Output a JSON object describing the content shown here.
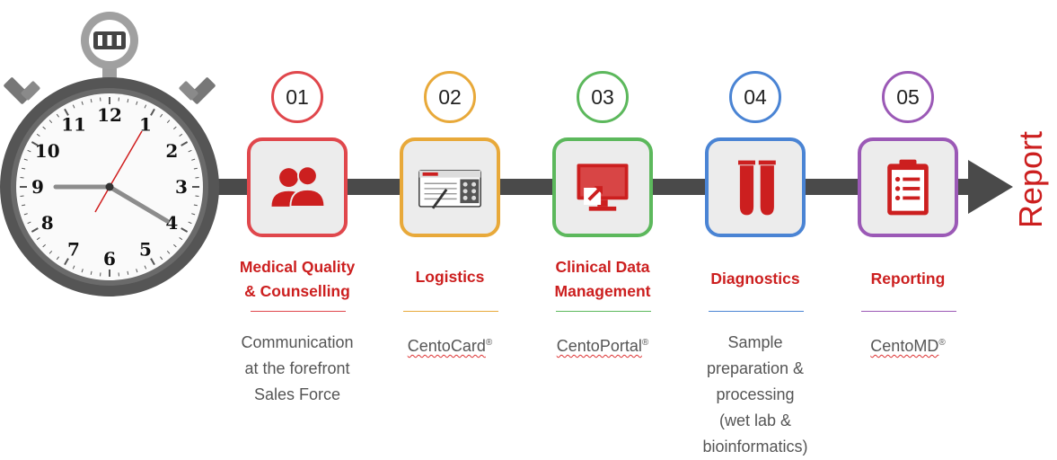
{
  "report_label": "Report",
  "clock": {
    "numbers": [
      "12",
      "1",
      "2",
      "3",
      "4",
      "5",
      "6",
      "7",
      "8",
      "9",
      "10",
      "11"
    ]
  },
  "colors": {
    "title_red": "#cc1f1f",
    "arrow": "#4a4a4a",
    "icon_red": "#cc1f1f"
  },
  "steps": [
    {
      "number": "01",
      "title_lines": [
        "Medical Quality",
        "& Counselling"
      ],
      "product": "",
      "description_lines": [
        "Communication",
        "at the forefront",
        "Sales Force"
      ],
      "color": "#e0474c",
      "icon": "users-icon"
    },
    {
      "number": "02",
      "title_lines": [
        "Logistics"
      ],
      "product": "CentoCard",
      "description_lines": [],
      "color": "#e8a93a",
      "icon": "sample-card-icon"
    },
    {
      "number": "03",
      "title_lines": [
        "Clinical Data",
        "Management"
      ],
      "product": "CentoPortal",
      "description_lines": [],
      "color": "#5cb85c",
      "icon": "portal-monitor-icon"
    },
    {
      "number": "04",
      "title_lines": [
        "Diagnostics"
      ],
      "product": "",
      "description_lines": [
        "Sample",
        "preparation &",
        "processing",
        "(wet lab &",
        "bioinformatics)"
      ],
      "color": "#4a84d4",
      "icon": "test-tubes-icon"
    },
    {
      "number": "05",
      "title_lines": [
        "Reporting"
      ],
      "product": "CentoMD",
      "description_lines": [],
      "color": "#9b59b6",
      "icon": "clipboard-icon"
    }
  ],
  "registered_mark": "®"
}
